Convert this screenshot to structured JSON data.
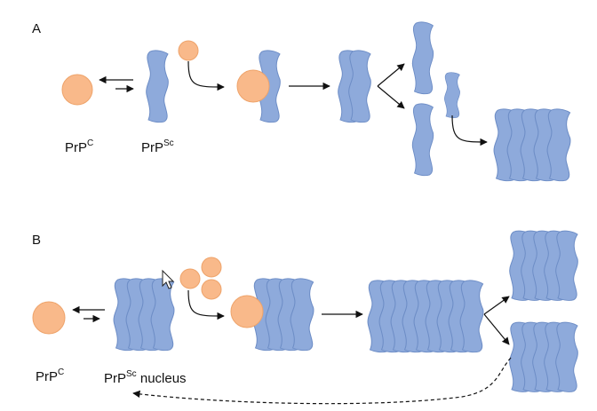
{
  "panels": [
    {
      "letter": "A",
      "labels": {
        "prpc": {
          "base": "PrP",
          "sup": "C",
          "suffix": ""
        },
        "prpsc": {
          "base": "PrP",
          "sup": "Sc",
          "suffix": ""
        }
      }
    },
    {
      "letter": "B",
      "labels": {
        "prpc": {
          "base": "PrP",
          "sup": "C",
          "suffix": ""
        },
        "prpsc": {
          "base": "PrP",
          "sup": "Sc",
          "suffix": " nucleus"
        }
      }
    }
  ],
  "colors": {
    "prpc_fill": "#f9b98a",
    "prpc_stroke": "#eea36a",
    "prpsc_fill": "#8eaadb",
    "prpsc_stroke": "#6d8dc6",
    "arrow": "#111111",
    "pointer": "#ffffff"
  },
  "icons": {
    "prpc": "orange-circle",
    "prpsc": "blue-wavy-strand",
    "cursor": "mouse-pointer-icon"
  }
}
